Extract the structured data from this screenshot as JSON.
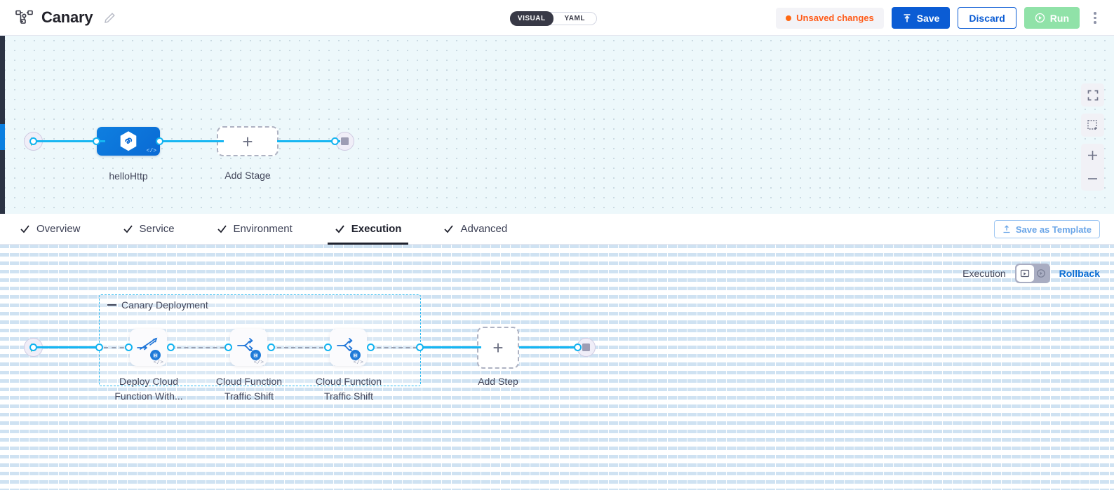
{
  "header": {
    "icon": "pipeline-icon",
    "title": "Canary",
    "edit_icon": "pencil-icon",
    "view_toggle": {
      "options": [
        "VISUAL",
        "YAML"
      ],
      "selected": "VISUAL"
    },
    "unsaved_label": "Unsaved changes",
    "save_label": "Save",
    "discard_label": "Discard",
    "run_label": "Run",
    "more_icon": "kebab-menu-icon",
    "colors": {
      "primary": "#0b5cd4",
      "unsaved": "#ff5c1a",
      "run": "#90e2a8"
    }
  },
  "stage_canvas": {
    "start_icon": "play-icon",
    "end_icon": "stop-icon",
    "nodes": [
      {
        "label": "helloHttp",
        "icon": "harness-hex-icon",
        "badge": "</>"
      },
      {
        "label": "Add Stage",
        "icon": "plus-icon"
      }
    ],
    "controls": [
      {
        "name": "fullscreen-icon"
      },
      {
        "name": "select-box-icon"
      },
      {
        "name": "zoom-in-icon"
      },
      {
        "name": "zoom-out-icon"
      }
    ]
  },
  "tabs": [
    {
      "label": "Overview",
      "active": false,
      "icon": "check-icon"
    },
    {
      "label": "Service",
      "active": false,
      "icon": "check-icon"
    },
    {
      "label": "Environment",
      "active": false,
      "icon": "check-icon"
    },
    {
      "label": "Execution",
      "active": true,
      "icon": "check-icon"
    },
    {
      "label": "Advanced",
      "active": false,
      "icon": "check-icon"
    }
  ],
  "save_as_template": {
    "label": "Save as Template",
    "icon": "template-upload-icon"
  },
  "execution_canvas": {
    "toolbar": {
      "label": "Execution",
      "toggle_left_icon": "execution-view-icon",
      "toggle_right_icon": "rollback-view-icon",
      "selected": "execution-view-icon",
      "rollback_label": "Rollback"
    },
    "start_icon": "play-icon",
    "end_icon": "stop-icon",
    "group": {
      "title": "Canary Deployment",
      "collapse_icon": "collapse-dash-icon",
      "steps": [
        {
          "label": "Deploy Cloud\nFunction With...",
          "icon": "deploy-cloud-function-icon",
          "badge": "harness-hex-badge",
          "code_badge": "</>"
        },
        {
          "label": "Cloud Function\nTraffic Shift",
          "icon": "traffic-shift-icon",
          "badge": "harness-hex-badge",
          "code_badge": "</>"
        },
        {
          "label": "Cloud Function\nTraffic Shift",
          "icon": "traffic-shift-icon",
          "badge": "harness-hex-badge",
          "code_badge": "</>"
        }
      ]
    },
    "add_step": {
      "label": "Add Step",
      "icon": "plus-icon"
    }
  }
}
